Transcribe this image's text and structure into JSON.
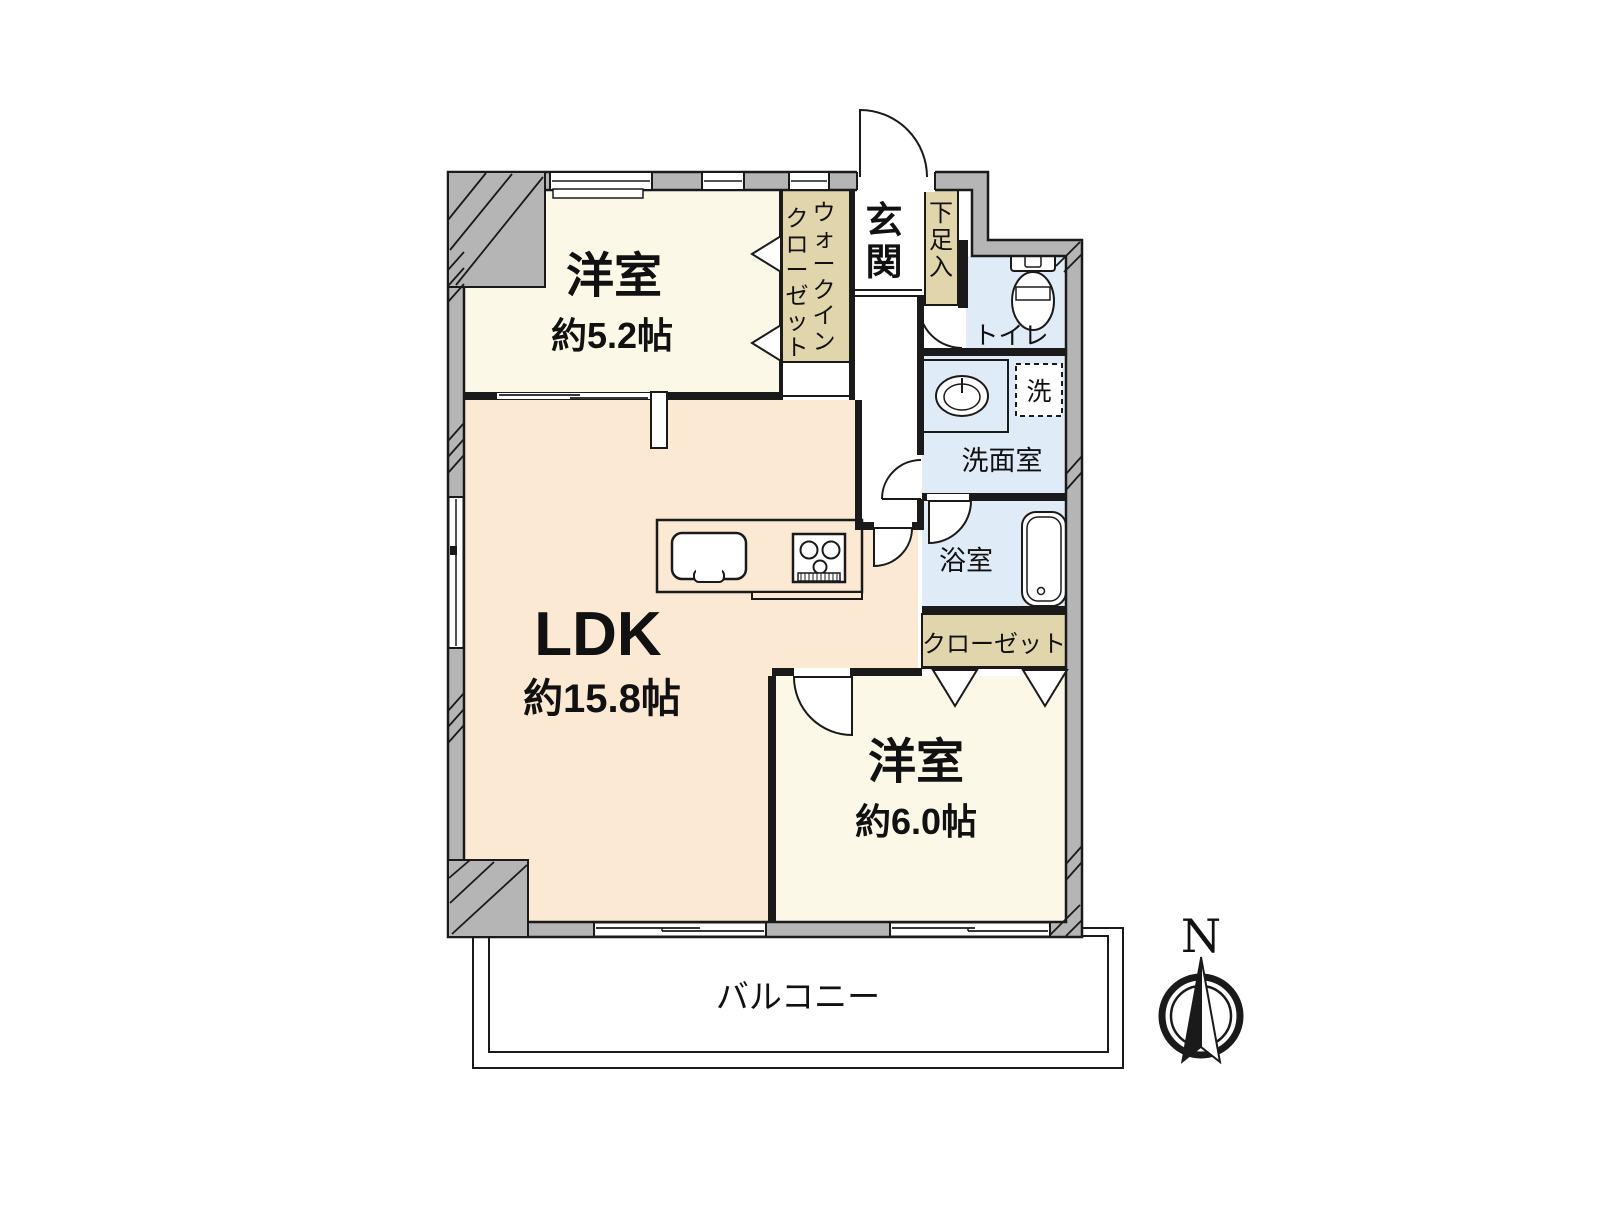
{
  "colors": {
    "wall_gray": "#b5b5b5",
    "outline": "#1a1a1a",
    "room_cream": "#fbf8e7",
    "room_peach": "#fbe9d3",
    "room_blue": "#dfecf7",
    "closet_tan": "#e0d5ab",
    "white": "#ffffff"
  },
  "rooms": {
    "bedroom1": {
      "name": "洋室",
      "size": "約5.2帖"
    },
    "wic": {
      "line1": "ウォークイン",
      "line2": "クローゼット"
    },
    "genkan": {
      "name": "玄関"
    },
    "shoe": {
      "name": "下足入"
    },
    "toilet": {
      "name": "トイレ"
    },
    "washer": {
      "name": "洗"
    },
    "washroom": {
      "name": "洗面室"
    },
    "bath": {
      "name": "浴室"
    },
    "closet": {
      "name": "クローゼット"
    },
    "ldk": {
      "name": "LDK",
      "size": "約15.8帖"
    },
    "bedroom2": {
      "name": "洋室",
      "size": "約6.0帖"
    },
    "balcony": {
      "name": "バルコニー"
    }
  },
  "compass": {
    "label": "N"
  }
}
